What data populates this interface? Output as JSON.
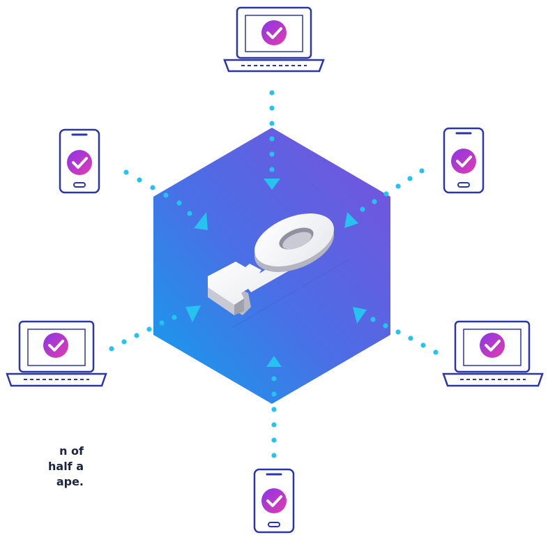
{
  "caption": {
    "lines": [
      "n of",
      "half a",
      "ape."
    ]
  },
  "colors": {
    "hex_top": "#7b4fdc",
    "hex_bottom": "#1592ea",
    "dots": "#27c3f0",
    "device_stroke": "#2a35a8",
    "check_from": "#8a36e6",
    "check_to": "#e23bb0"
  },
  "devices": [
    {
      "type": "laptop",
      "name": "laptop-top"
    },
    {
      "type": "phone",
      "name": "phone-upper-left"
    },
    {
      "type": "phone",
      "name": "phone-upper-right"
    },
    {
      "type": "laptop",
      "name": "laptop-lower-left"
    },
    {
      "type": "laptop",
      "name": "laptop-lower-right"
    },
    {
      "type": "phone",
      "name": "phone-bottom"
    }
  ],
  "icons": {
    "center": "key-icon",
    "device_badge": "checkmark-badge-icon",
    "connection": "arrow-icon"
  }
}
